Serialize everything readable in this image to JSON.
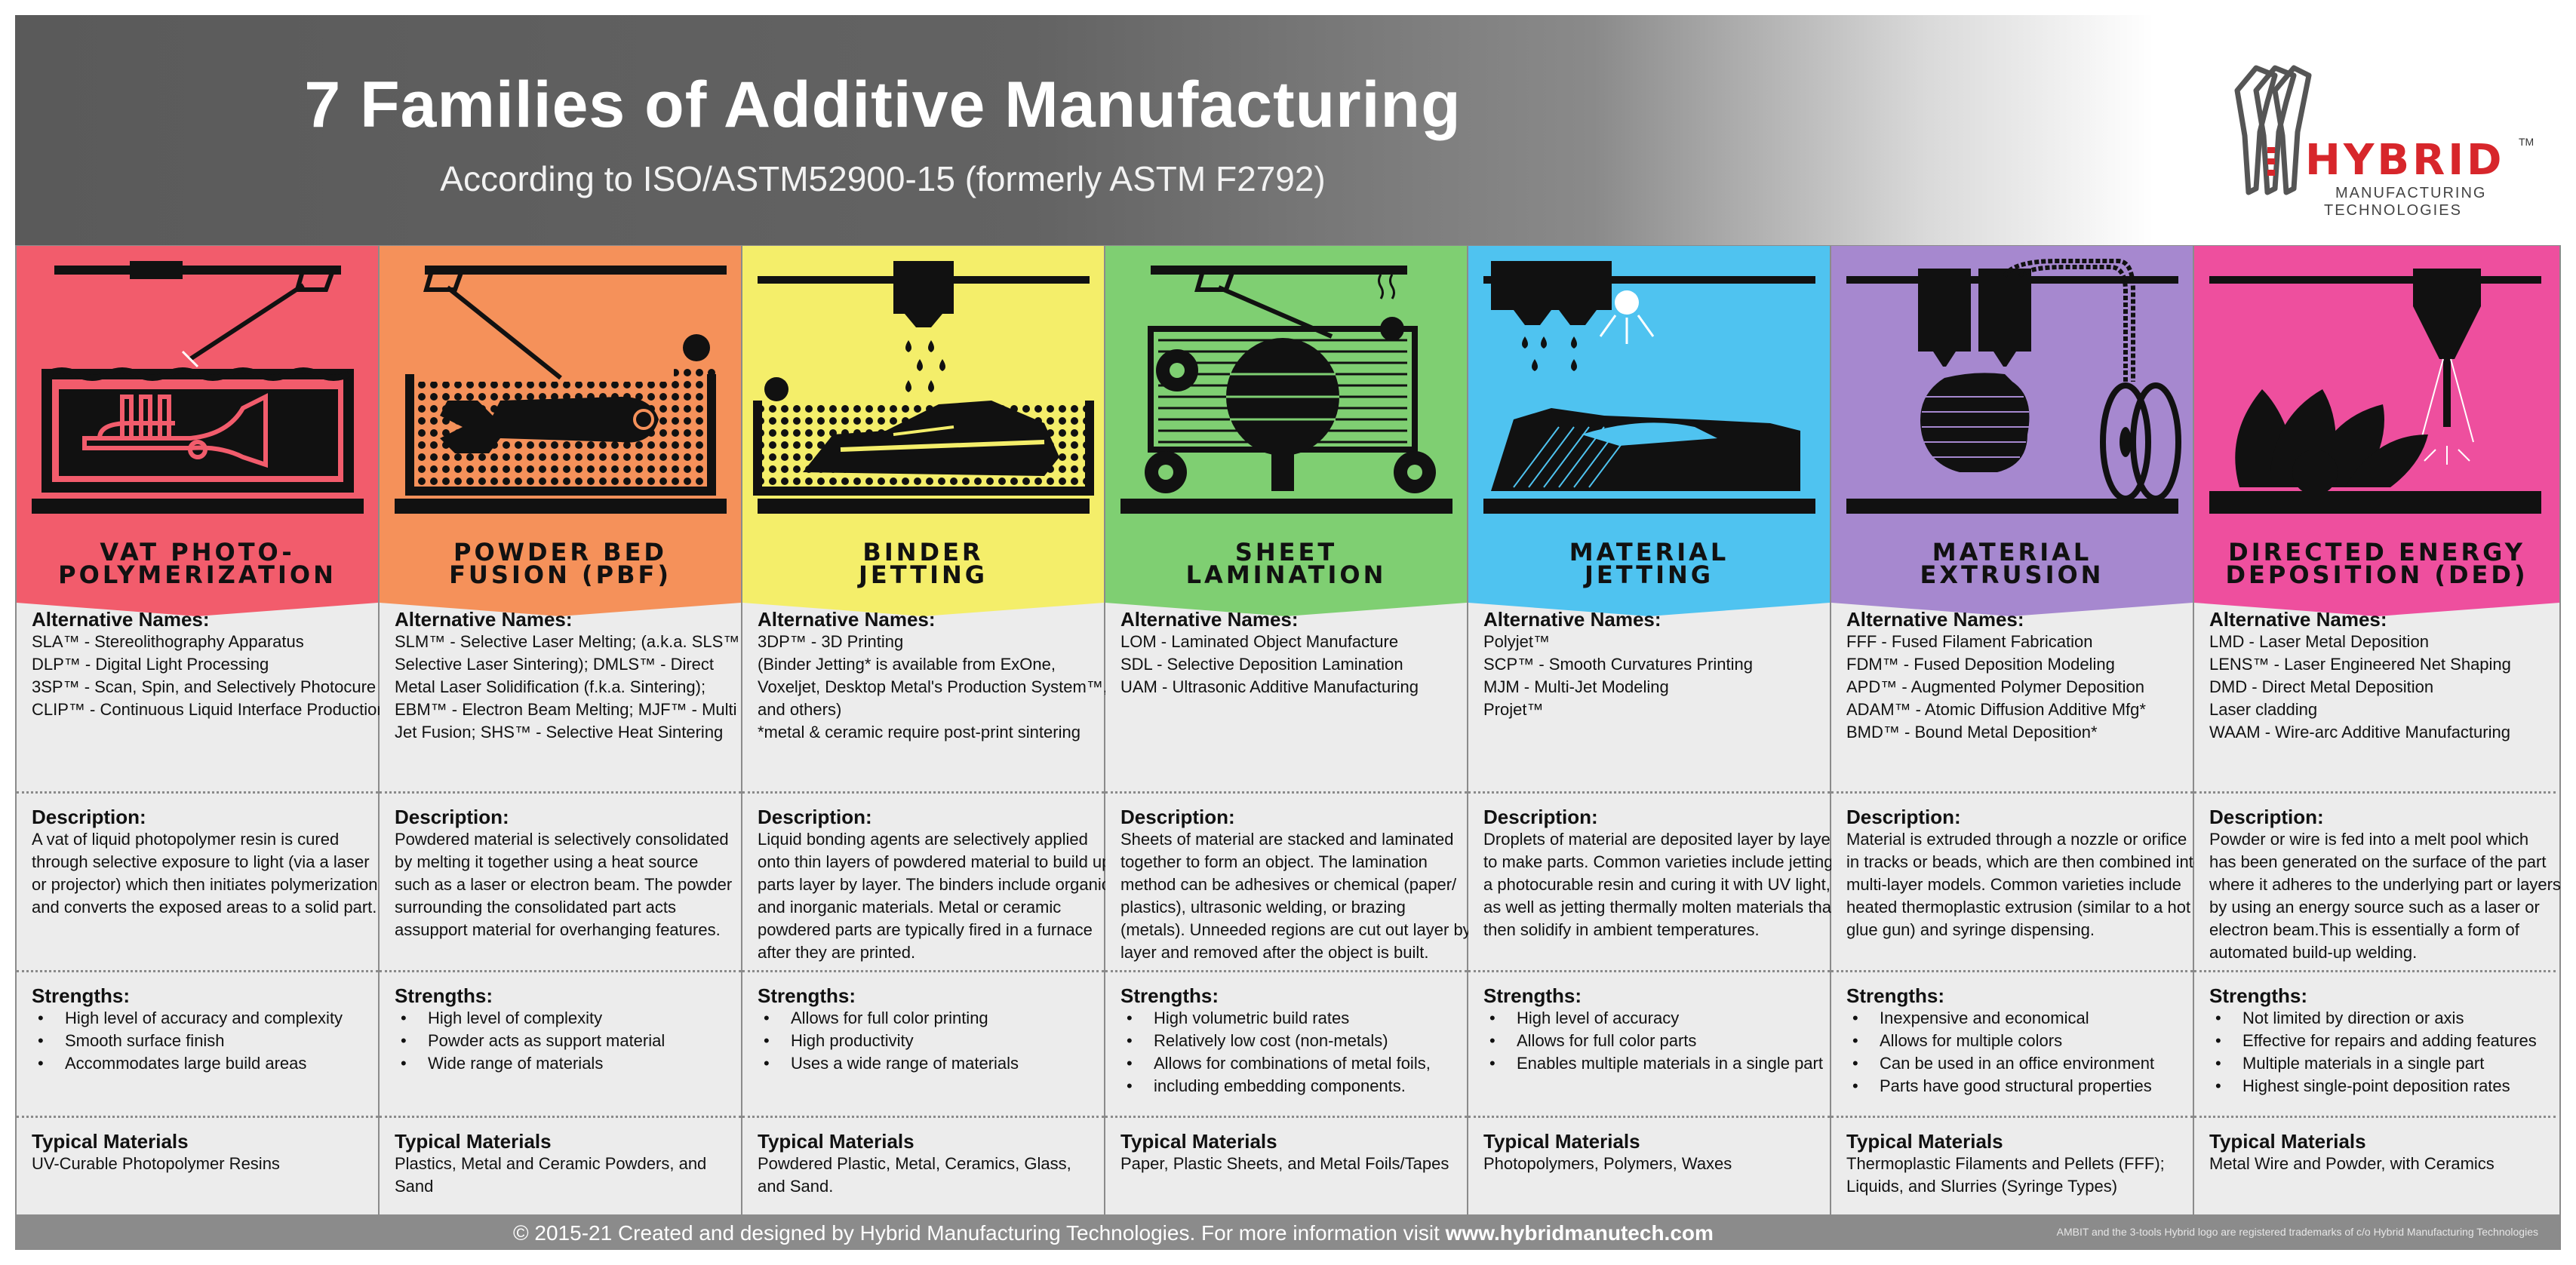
{
  "header": {
    "title": "7 Families of Additive Manufacturing",
    "subtitle": "According to ISO/ASTM52900-15 (formerly ASTM F2792)"
  },
  "logo": {
    "word": "HYBRID",
    "tm": "TM",
    "line1": "MANUFACTURING",
    "line2": "TECHNOLOGIES"
  },
  "colors": {
    "vat": "#f25c6c",
    "pbf": "#f5915a",
    "binder": "#f4ee6a",
    "sheet": "#7fcf72",
    "material_jetting": "#4fc3f0",
    "extrusion": "#a688cf",
    "ded": "#ee4f9e"
  },
  "families": [
    {
      "id": "vat",
      "name_line1": "VAT PHOTO-",
      "name_line2": "POLYMERIZATION",
      "icon": "vat-trumpet-icon",
      "alt_heading": "Alternative Names:",
      "alt": [
        "SLA™ - Stereolithography Apparatus",
        "DLP™ - Digital Light Processing",
        "3SP™ - Scan, Spin, and Selectively Photocure",
        "CLIP™ - Continuous Liquid Interface Production"
      ],
      "desc_heading": "Description:",
      "desc": [
        "A vat of liquid photopolymer resin is cured",
        "through selective exposure to light (via a laser",
        "or projector) which then initiates polymerization",
        "and converts the exposed areas to a solid part."
      ],
      "str_heading": "Strengths:",
      "strengths": [
        "High level of accuracy and complexity",
        "Smooth surface finish",
        "Accommodates large build areas"
      ],
      "mat_heading": "Typical Materials",
      "materials": [
        "UV-Curable Photopolymer Resins"
      ]
    },
    {
      "id": "pbf",
      "name_line1": "POWDER BED",
      "name_line2": "FUSION (PBF)",
      "icon": "powder-bed-wrench-icon",
      "alt_heading": "Alternative Names:",
      "alt": [
        "SLM™ - Selective Laser Melting; (a.k.a. SLS™ -",
        "Selective Laser Sintering); DMLS™ - Direct",
        "Metal Laser Solidification (f.k.a. Sintering);",
        "EBM™ - Electron Beam Melting; MJF™ - Multi",
        "Jet Fusion; SHS™ - Selective Heat Sintering"
      ],
      "desc_heading": "Description:",
      "desc": [
        "Powdered material is selectively consolidated",
        "by melting it together using a heat source",
        "such as a laser or electron beam. The powder",
        "surrounding the consolidated part acts",
        "assupport material for overhanging features."
      ],
      "str_heading": "Strengths:",
      "strengths": [
        "High level of complexity",
        "Powder acts as support material",
        "Wide range of materials"
      ],
      "mat_heading": "Typical Materials",
      "materials": [
        "Plastics, Metal and Ceramic Powders, and",
        "Sand"
      ]
    },
    {
      "id": "binder",
      "name_line1": "BINDER",
      "name_line2": "JETTING",
      "icon": "binder-jetting-shoe-icon",
      "alt_heading": "Alternative Names:",
      "alt": [
        "3DP™ - 3D Printing",
        "(Binder Jetting* is available from ExOne,",
        "Voxeljet, Desktop Metal's Production System™,",
        "and others)",
        "*metal & ceramic require post-print sintering"
      ],
      "desc_heading": "Description:",
      "desc": [
        "Liquid bonding agents are selectively applied",
        "onto thin layers of powdered material to build up",
        "parts layer by layer. The binders include organic",
        "and inorganic materials. Metal or ceramic",
        "powdered parts are typically fired in a furnace",
        "after they are printed."
      ],
      "str_heading": "Strengths:",
      "strengths": [
        "Allows for full color printing",
        "High productivity",
        "Uses a wide range of materials"
      ],
      "mat_heading": "Typical Materials",
      "materials": [
        "Powdered Plastic, Metal, Ceramics, Glass,",
        "and Sand."
      ]
    },
    {
      "id": "sheet",
      "name_line1": "SHEET",
      "name_line2": "LAMINATION",
      "icon": "sheet-lamination-sphere-icon",
      "alt_heading": "Alternative Names:",
      "alt": [
        "LOM - Laminated Object Manufacture",
        "SDL - Selective Deposition Lamination",
        "UAM - Ultrasonic Additive Manufacturing"
      ],
      "desc_heading": "Description:",
      "desc": [
        "Sheets of material are stacked and laminated",
        "together to form an object. The lamination",
        "method can be adhesives or chemical (paper/",
        "plastics), ultrasonic welding, or brazing",
        "(metals). Unneeded regions are cut out layer by",
        "layer and removed after the object is built."
      ],
      "str_heading": "Strengths:",
      "strengths": [
        "High volumetric build rates",
        "Relatively low cost (non-metals)",
        "Allows for combinations of metal foils,",
        "including embedding components."
      ],
      "mat_heading": "Typical Materials",
      "materials": [
        "Paper, Plastic Sheets, and Metal Foils/Tapes"
      ]
    },
    {
      "id": "material_jetting",
      "name_line1": "MATERIAL",
      "name_line2": "JETTING",
      "icon": "material-jetting-shoe-icon",
      "alt_heading": "Alternative Names:",
      "alt": [
        "Polyjet™",
        "SCP™ - Smooth Curvatures Printing",
        "MJM - Multi-Jet Modeling",
        "Projet™"
      ],
      "desc_heading": "Description:",
      "desc": [
        "Droplets of material are deposited layer by layer",
        "to make parts. Common varieties include jetting",
        "a photocurable resin and curing it with UV light,",
        "as well as jetting thermally molten materials that",
        "then solidify in ambient temperatures."
      ],
      "str_heading": "Strengths:",
      "strengths": [
        "High level of accuracy",
        "Allows for full color parts",
        "Enables multiple materials in a single part"
      ],
      "mat_heading": "Typical Materials",
      "materials": [
        "Photopolymers, Polymers, Waxes"
      ]
    },
    {
      "id": "extrusion",
      "name_line1": "MATERIAL",
      "name_line2": "EXTRUSION",
      "icon": "material-extrusion-vase-icon",
      "alt_heading": "Alternative Names:",
      "alt": [
        "FFF - Fused Filament Fabrication",
        "FDM™ - Fused Deposition Modeling",
        "APD™ - Augmented Polymer Deposition",
        "ADAM™ - Atomic Diffusion Additive Mfg*",
        "BMD™ - Bound Metal Deposition*"
      ],
      "desc_heading": "Description:",
      "desc": [
        "Material is extruded through a nozzle or orifice",
        "in tracks or beads, which are then combined into",
        "multi-layer models. Common varieties include",
        "heated thermoplastic extrusion (similar to a hot",
        "glue gun) and syringe dispensing."
      ],
      "str_heading": "Strengths:",
      "strengths": [
        "Inexpensive and economical",
        "Allows for multiple colors",
        "Can be used in an office environment",
        "Parts have good structural properties"
      ],
      "mat_heading": "Typical Materials",
      "materials": [
        "Thermoplastic Filaments and Pellets (FFF);",
        "Liquids, and Slurries (Syringe Types)"
      ]
    },
    {
      "id": "ded",
      "name_line1": "DIRECTED ENERGY",
      "name_line2": "DEPOSITION (DED)",
      "icon": "ded-impeller-icon",
      "alt_heading": "Alternative Names:",
      "alt": [
        "LMD - Laser Metal Deposition",
        "LENS™ - Laser Engineered Net Shaping",
        "DMD - Direct Metal Deposition",
        "Laser cladding",
        "WAAM - Wire-arc Additive Manufacturing"
      ],
      "desc_heading": "Description:",
      "desc": [
        "Powder or wire is fed into a melt pool which",
        "has been generated on the surface of the part",
        "where it adheres to the underlying part or layers",
        "by using an energy source such as a laser or",
        "electron beam.This is essentially a form of",
        "automated build-up welding."
      ],
      "str_heading": "Strengths:",
      "strengths": [
        "Not limited by direction or axis",
        "Effective for repairs and adding features",
        "Multiple materials in a single part",
        "Highest single-point deposition rates"
      ],
      "mat_heading": "Typical Materials",
      "materials": [
        "Metal Wire and Powder, with Ceramics"
      ]
    }
  ],
  "footer": {
    "text": "© 2015-21 Created and designed by Hybrid Manufacturing Technologies. For more information visit ",
    "url": "www.hybridmanutech.com",
    "trademark": "AMBIT and the 3-tools Hybrid logo are registered trademarks of c/o Hybrid Manufacturing Technologies"
  }
}
